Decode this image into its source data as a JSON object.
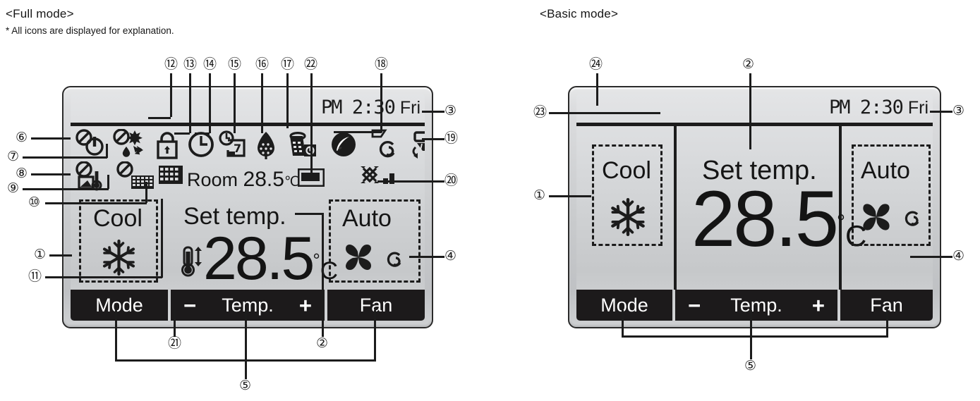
{
  "headings": {
    "full_mode": "<Full mode>",
    "full_mode_note": "* All icons are displayed for explanation.",
    "basic_mode": "<Basic mode>"
  },
  "full_mode": {
    "status": {
      "ampm": "PM",
      "time": "2:30",
      "day": "Fri"
    },
    "room": {
      "label": "Room",
      "value": "28.5",
      "unit": "℃"
    },
    "set_temp": {
      "label": "Set temp.",
      "value": "28.5",
      "unit_deg": "°",
      "unit_c": "C"
    },
    "mode": {
      "label": "Cool",
      "icon": "snowflake-icon"
    },
    "fan": {
      "label": "Auto",
      "icon": "fan-blade-icon",
      "secondary_icon": "swirl-icon"
    },
    "buttons": {
      "mode": "Mode",
      "minus": "−",
      "temp": "Temp.",
      "plus": "+",
      "fan": "Fan"
    },
    "status_icons": [
      "prohibit-power-icon",
      "prohibit-mode-icon",
      "prohibit-settemp-icon",
      "prohibit-filter-icon",
      "filter-icon",
      "key-lock-icon",
      "clock-icon",
      "weekly-timer-icon",
      "energy-save-icon",
      "night-setback-icon",
      "leaf-operation-icon",
      "vane-icon",
      "swirl-icon",
      "louver-swing-icon",
      "fan-speed-icon",
      "battery-icon",
      "thermometer-range-icon"
    ]
  },
  "basic_mode": {
    "status": {
      "ampm": "PM",
      "time": "2:30",
      "day": "Fri"
    },
    "set_temp": {
      "label": "Set temp.",
      "value": "28.5",
      "unit_deg": "°",
      "unit_c": "C"
    },
    "mode": {
      "label": "Cool",
      "icon": "snowflake-icon"
    },
    "fan": {
      "label": "Auto",
      "icon": "fan-blade-icon",
      "secondary_icon": "swirl-icon"
    },
    "buttons": {
      "mode": "Mode",
      "minus": "−",
      "temp": "Temp.",
      "plus": "+",
      "fan": "Fan"
    }
  },
  "callouts": {
    "full": {
      "c1": "①",
      "c2": "②",
      "c3": "③",
      "c4": "④",
      "c5": "⑤",
      "c6": "⑥",
      "c7": "⑦",
      "c8": "⑧",
      "c9": "⑨",
      "c10": "⑩",
      "c11": "⑪",
      "c12": "⑫",
      "c13": "⑬",
      "c14": "⑭",
      "c15": "⑮",
      "c16": "⑯",
      "c17": "⑰",
      "c18": "⑱",
      "c19": "⑲",
      "c20": "⑳",
      "c21": "㉑",
      "c22": "㉒"
    },
    "basic": {
      "b1": "①",
      "b2": "②",
      "b3": "③",
      "b4": "④",
      "b5": "⑤",
      "b23": "㉓",
      "b24": "㉔"
    }
  },
  "colors": {
    "ink": "#1c1c1c",
    "lcd_light": "#e3e4e6",
    "lcd_dark": "#c6c8ca",
    "button_bar": "#1c1a1b"
  }
}
